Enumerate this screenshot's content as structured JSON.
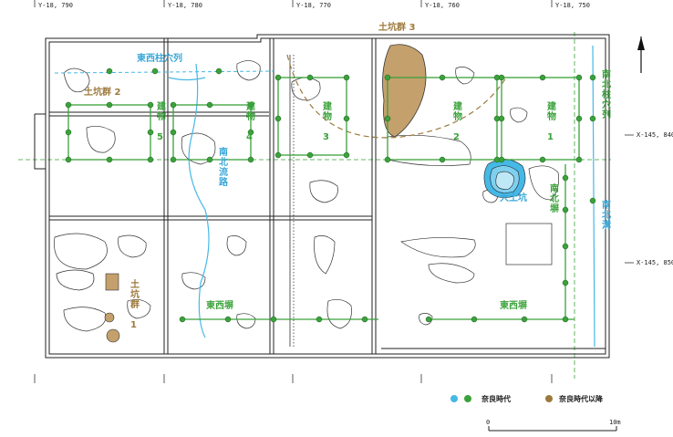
{
  "grid": {
    "top_labels": [
      "Y-18, 790",
      "Y-18, 780",
      "Y-18, 770",
      "Y-18, 760",
      "Y-18, 750"
    ],
    "right_labels": [
      "X-145, 840",
      "X-145, 850"
    ]
  },
  "labels": {
    "pit_group_3": "土坑群 3",
    "pit_group_2": "土坑群 2",
    "pit_group_1": "土坑群 1",
    "ew_pillar_row": "東西柱穴列",
    "ns_pillar_row": "南北柱穴列",
    "ns_stream": "南北流路",
    "ns_ditch": "南北溝",
    "big_pit": "大土坑",
    "ns_wall": "南北塀",
    "ew_wall_left": "東西塀",
    "ew_wall_right": "東西塀",
    "b5": "建物 5",
    "b4": "建物 4",
    "b3": "建物 3",
    "b2": "建物 2",
    "b1": "建物 1"
  },
  "legend": {
    "nara": "奈良時代",
    "post_nara": "奈良時代以降",
    "colors": {
      "blue": "#45b8e6",
      "green": "#3aa23a",
      "brown": "#9c7a3c"
    }
  },
  "scale": {
    "zero": "0",
    "ten": "10m"
  }
}
